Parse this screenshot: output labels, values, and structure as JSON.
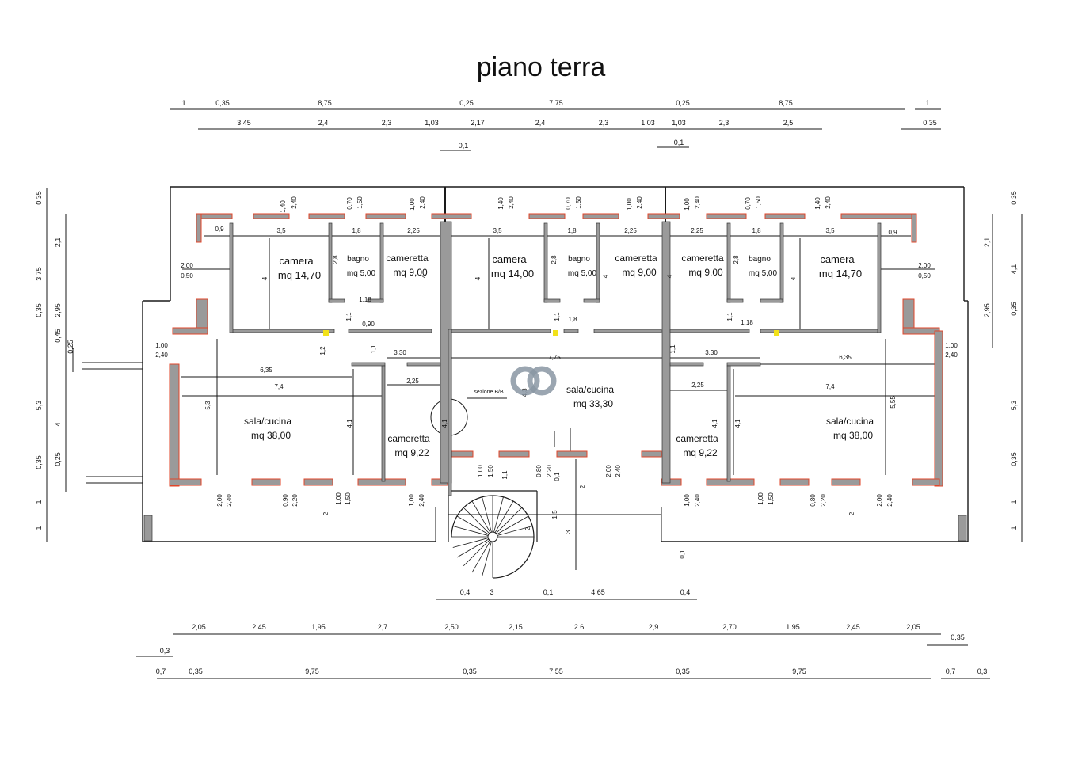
{
  "title": "piano terra",
  "colors": {
    "line": "#1a1a1a",
    "wall_fill": "#9a9a9a",
    "wall_edge": "#e0462a",
    "marker": "#f2e21a",
    "logo": "#8a96a3"
  },
  "icons": [
    "watermark-logo-icon",
    "spiral-staircase-icon"
  ],
  "rooms": [
    {
      "name": "camera",
      "area": "mq 14,70"
    },
    {
      "name": "bagno",
      "area": "mq 5,00"
    },
    {
      "name": "cameretta",
      "area": "mq 9,00"
    },
    {
      "name": "camera",
      "area": "mq 14,00"
    },
    {
      "name": "bagno",
      "area": "mq 5,00"
    },
    {
      "name": "cameretta",
      "area": "mq 9,00"
    },
    {
      "name": "cameretta",
      "area": "mq 9,00"
    },
    {
      "name": "bagno",
      "area": "mq 5,00"
    },
    {
      "name": "camera",
      "area": "mq 14,70"
    },
    {
      "name": "sala/cucina",
      "area": "mq 38,00"
    },
    {
      "name": "cameretta",
      "area": "mq 9,22"
    },
    {
      "name": "sala/cucina",
      "area": "mq 33,30"
    },
    {
      "name": "cameretta",
      "area": "mq 9,22"
    },
    {
      "name": "sala/cucina",
      "area": "mq 38,00"
    }
  ],
  "section_label": "sezione B/B",
  "dims_top_row1": [
    "1",
    "0,35",
    "8,75",
    "0,25",
    "7,75",
    "0,25",
    "8,75",
    "1"
  ],
  "dims_top_row2": [
    "3,45",
    "2,4",
    "2,3",
    "1,03",
    "2,17",
    "2,4",
    "2,3",
    "1,03",
    "1,03",
    "2,3",
    "2,5",
    "0,35"
  ],
  "dims_top_row3": [
    "0,1",
    "0,1"
  ],
  "dims_bottom_row1": [
    "0,4",
    "3",
    "0,1",
    "4,65",
    "0,4"
  ],
  "dims_bottom_row2": [
    "2,05",
    "2,45",
    "1,95",
    "2,7",
    "2,50",
    "2,15",
    "2.6",
    "2,9",
    "2,70",
    "1,95",
    "2,45",
    "2,05",
    "0,35"
  ],
  "dims_bottom_row3": [
    "0,3"
  ],
  "dims_bottom_row4": [
    "0,7",
    "0,35",
    "9,75",
    "0,35",
    "7,55",
    "0,35",
    "9,75",
    "0,7",
    "0,3"
  ],
  "dims_left_outer": [
    "0,35",
    "3,75",
    "0,35",
    "5,3",
    "0,35",
    "1",
    "1"
  ],
  "dims_left_inner": [
    "2,1",
    "2,95",
    "0,45",
    "0,25",
    "4",
    "0,25"
  ],
  "dims_right_outer": [
    "0,35",
    "4,1",
    "0,35",
    "5,3",
    "0,35",
    "1",
    "1"
  ],
  "dims_right_inner": [
    "2,1",
    "2,95"
  ],
  "inner_labels": [
    "0,9",
    "3,5",
    "1,8",
    "2,25",
    "3,5",
    "1,8",
    "2,25",
    "2,25",
    "1,8",
    "3,5",
    "0,9",
    "2,8",
    "2,8",
    "2,8",
    "4",
    "4",
    "4",
    "4",
    "4",
    "4",
    "1,18",
    "0,90",
    "1,8",
    "1,18",
    "1,1",
    "1,1",
    "1,1",
    "1,1",
    "1,1",
    "3,30",
    "3,30",
    "7,75",
    "6,35",
    "6,35",
    "7,4",
    "7,4",
    "2,25",
    "2,25",
    "5,3",
    "5,55",
    "4,1",
    "4,1",
    "4,1",
    "4,1",
    "4,3",
    "1,2",
    "2,00",
    "0,50",
    "2,00",
    "0,50",
    "1,00",
    "2,40",
    "1,00",
    "2,40",
    "1,40",
    "2,40",
    "0,70",
    "1,50",
    "1,00",
    "2,40",
    "1,40",
    "2,40",
    "0,70",
    "1,50",
    "1,00",
    "2,40",
    "1,00",
    "2,40",
    "0,70",
    "1,50",
    "1,40",
    "2,40",
    "2,00",
    "2,40",
    "0,90",
    "2,20",
    "1,00",
    "1,50",
    "1,00",
    "2,40",
    "1,00",
    "1,50",
    "0,80",
    "2,20",
    "0,1",
    "2,00",
    "2,40",
    "1,00",
    "2,40",
    "1,00",
    "1,50",
    "0,80",
    "2,20",
    "2,00",
    "2,40",
    "2",
    "2",
    "2",
    "1,5",
    "2",
    "3",
    "1,1",
    "0,1"
  ]
}
